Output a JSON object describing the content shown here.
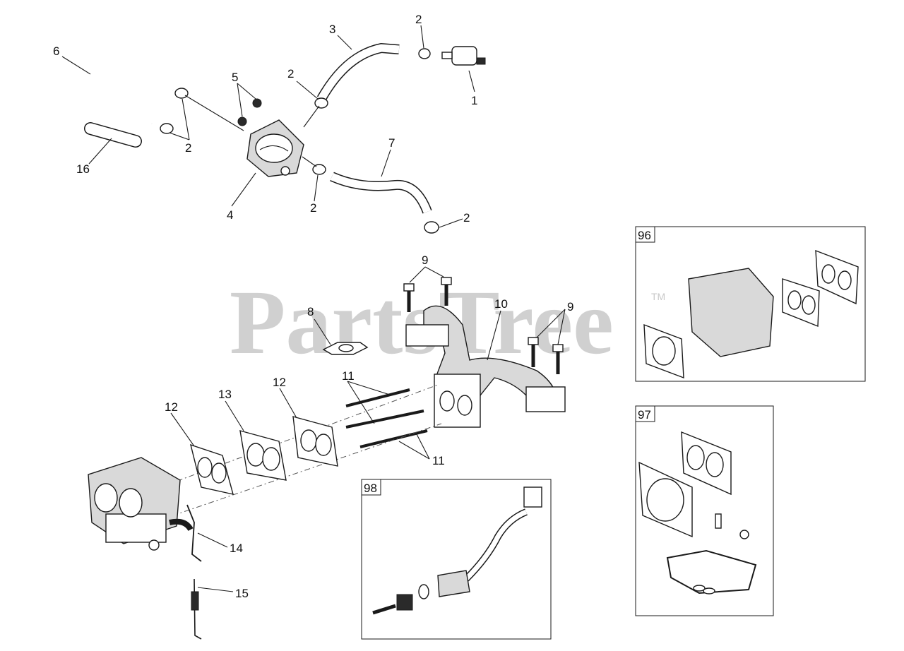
{
  "watermark": {
    "text": "PartsTree",
    "trademark": "TM"
  },
  "callouts": [
    {
      "id": "c1",
      "label": "1"
    },
    {
      "id": "c2a",
      "label": "2"
    },
    {
      "id": "c2b",
      "label": "2"
    },
    {
      "id": "c2c",
      "label": "2"
    },
    {
      "id": "c2d",
      "label": "2"
    },
    {
      "id": "c2e",
      "label": "2"
    },
    {
      "id": "c3",
      "label": "3"
    },
    {
      "id": "c4",
      "label": "4"
    },
    {
      "id": "c5",
      "label": "5"
    },
    {
      "id": "c6",
      "label": "6"
    },
    {
      "id": "c7",
      "label": "7"
    },
    {
      "id": "c8",
      "label": "8"
    },
    {
      "id": "c9a",
      "label": "9"
    },
    {
      "id": "c9b",
      "label": "9"
    },
    {
      "id": "c10",
      "label": "10"
    },
    {
      "id": "c11a",
      "label": "11"
    },
    {
      "id": "c11b",
      "label": "11"
    },
    {
      "id": "c12a",
      "label": "12"
    },
    {
      "id": "c12b",
      "label": "12"
    },
    {
      "id": "c13",
      "label": "13"
    },
    {
      "id": "c14",
      "label": "14"
    },
    {
      "id": "c15",
      "label": "15"
    },
    {
      "id": "c16",
      "label": "16"
    }
  ],
  "kits": [
    {
      "id": "k96",
      "label": "96"
    },
    {
      "id": "k97",
      "label": "97"
    },
    {
      "id": "k98",
      "label": "98"
    }
  ]
}
